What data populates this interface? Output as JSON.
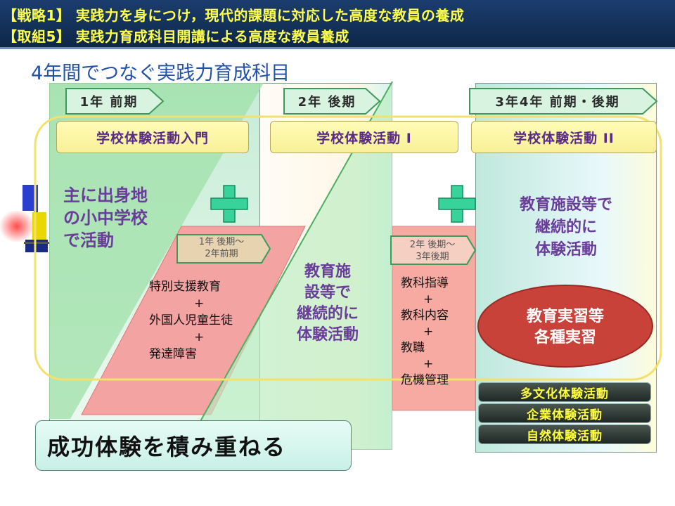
{
  "header": {
    "line1": "【戦略1】 実践力を身につけ，現代的課題に対応した高度な教員の養成",
    "line2": "【取組5】 実践力育成科目開講による高度な教員養成"
  },
  "subtitle": "4年間でつなぐ実践力育成科目",
  "columns": [
    {
      "ribbon": "1年 前期",
      "pill": "学校体験活動入門",
      "text": [
        "主に出身地",
        "の小中学校",
        "で活動"
      ]
    },
    {
      "ribbon": "2年 後期",
      "pill": "学校体験活動 I",
      "text": [
        "教育施",
        "設等で",
        "継続的に",
        "体験活動"
      ]
    },
    {
      "ribbon": "3年4年 前期・後期",
      "pill": "学校体験活動 II",
      "text": [
        "教育施設等で",
        "継続的に",
        "体験活動"
      ]
    }
  ],
  "tag1": [
    "1年 後期～",
    "2年前期"
  ],
  "list1": [
    "特別支援教育",
    "+",
    "外国人児童生徒",
    "+",
    "発達障害"
  ],
  "tag2": [
    "2年 後期～",
    "3年後期"
  ],
  "list2": [
    "教科指導",
    "+",
    "教科内容",
    "+",
    "教職",
    "+",
    "危機管理"
  ],
  "oval": [
    "教育実習等",
    "各種実習"
  ],
  "activities": [
    "多文化体験活動",
    "企業体験活動",
    "自然体験活動"
  ],
  "bottom": "成功体験を積み重ねる",
  "colors": {
    "header_bg": "#143563",
    "header_text": "#ffff4d",
    "accent_green": "#2ecc8a",
    "red_band": "#f3a9a9",
    "oval": "#c0392b"
  }
}
